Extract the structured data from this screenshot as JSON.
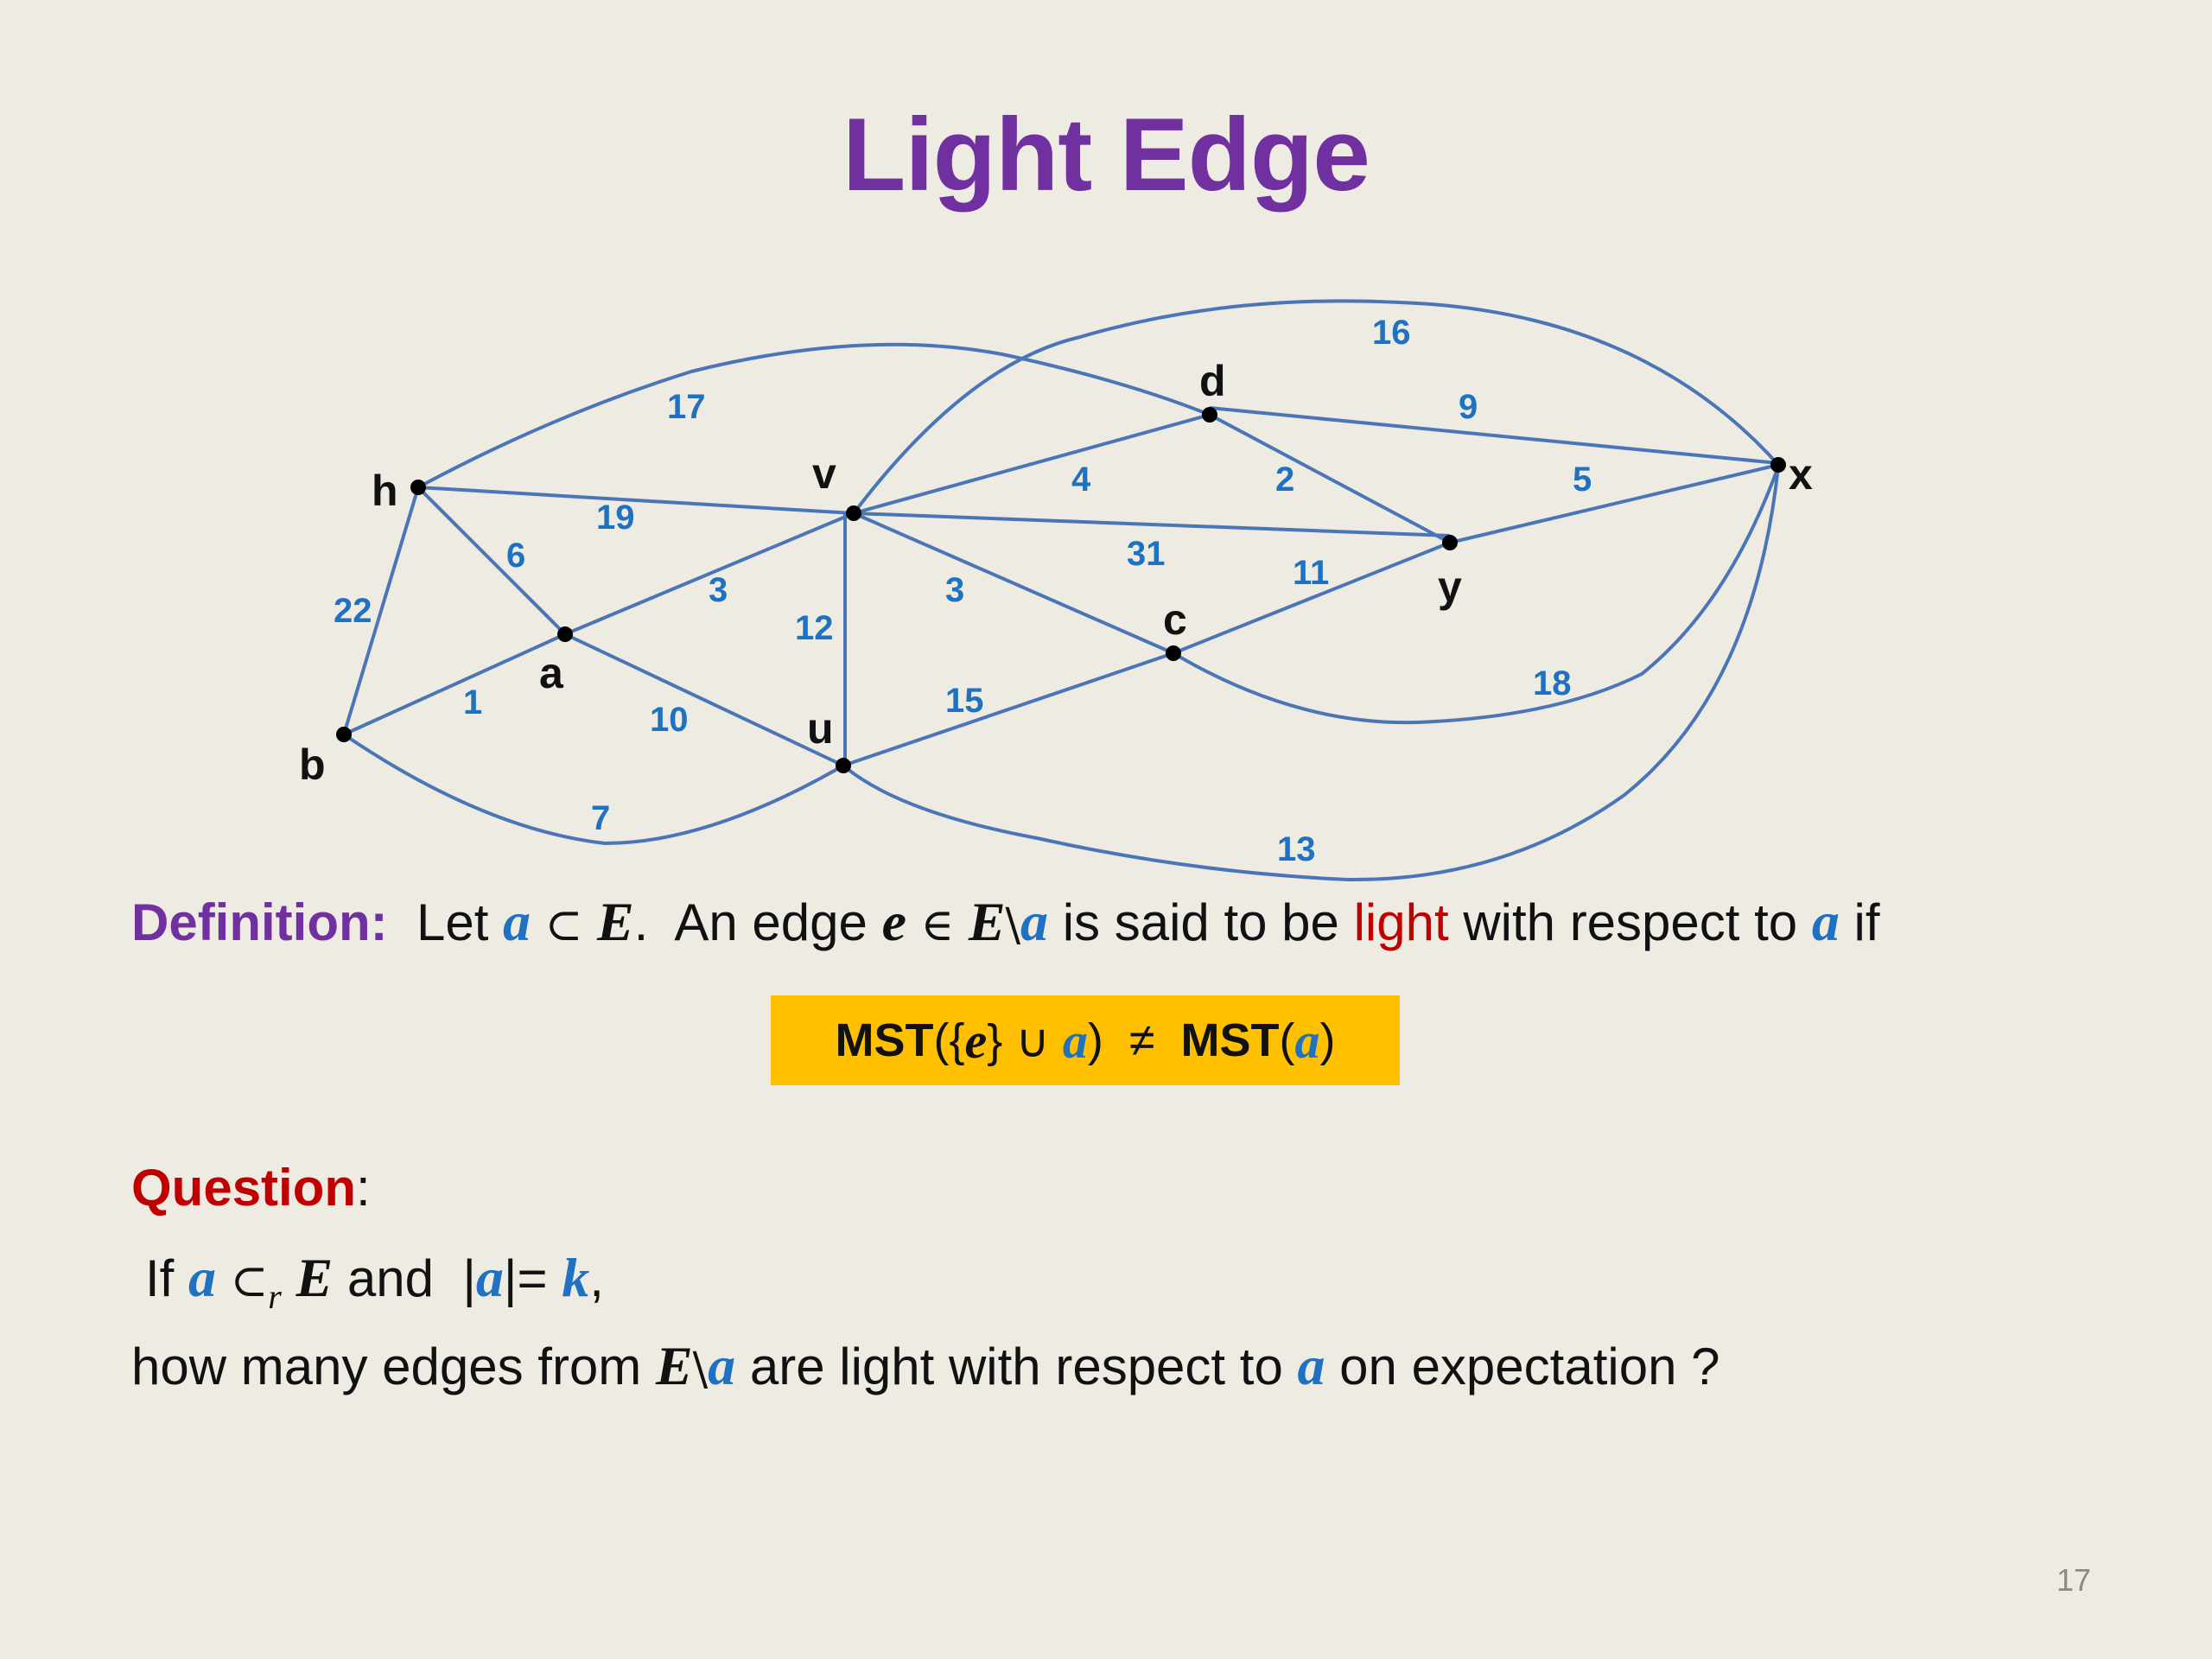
{
  "title": "Light Edge",
  "graph": {
    "nodes": [
      "h",
      "v",
      "d",
      "x",
      "y",
      "c",
      "a",
      "u",
      "b"
    ],
    "edge_weights": {
      "h-d": "17",
      "v-x": "16",
      "d-x": "9",
      "v-d": "4",
      "d-y": "2",
      "y-x": "5",
      "h-v": "19",
      "h-a": "6",
      "h-b": "22",
      "v-y": "31",
      "a-v": "3",
      "v-c": "3",
      "v-u": "12",
      "c-y": "11",
      "c-x": "18",
      "b-a": "1",
      "a-u": "10",
      "u-c": "15",
      "b-u": "7",
      "u-x": "13"
    }
  },
  "definition": {
    "label": "Definition:",
    "let": "Let",
    "a": "a",
    "subset": "⊂",
    "E": "E",
    "period": ".",
    "an_edge": "An edge",
    "e": "e",
    "in": "∈",
    "setminus": "\\",
    "is_said": "is said to be",
    "light": "light",
    "with_respect": "with respect to",
    "if": "if"
  },
  "formula": {
    "mst1": "MST",
    "open1": "({",
    "e": "e",
    "close_union": "} ∪",
    "a1": "a",
    "close1": ")",
    "neq": "≠",
    "mst2": "MST",
    "open2": "(",
    "a2": "a",
    "close2": ")"
  },
  "question": {
    "label": "Question",
    "colon": ":",
    "if": "If",
    "a": "a",
    "subset_r": "⊂",
    "r": "r",
    "E": "E",
    "and": "and",
    "abs_open": "|",
    "abs_close": "|=",
    "k": "k",
    "comma": ",",
    "line2_start": "how many edges from",
    "setminus": "\\",
    "line2_mid": "are light with respect to",
    "line2_end": "on expectation ?"
  },
  "page_number": "17",
  "colors": {
    "title": "#7030a0",
    "edge": "#4472c4",
    "weight": "#1f72c1",
    "highlight": "#ffc000",
    "question": "#c00000"
  }
}
